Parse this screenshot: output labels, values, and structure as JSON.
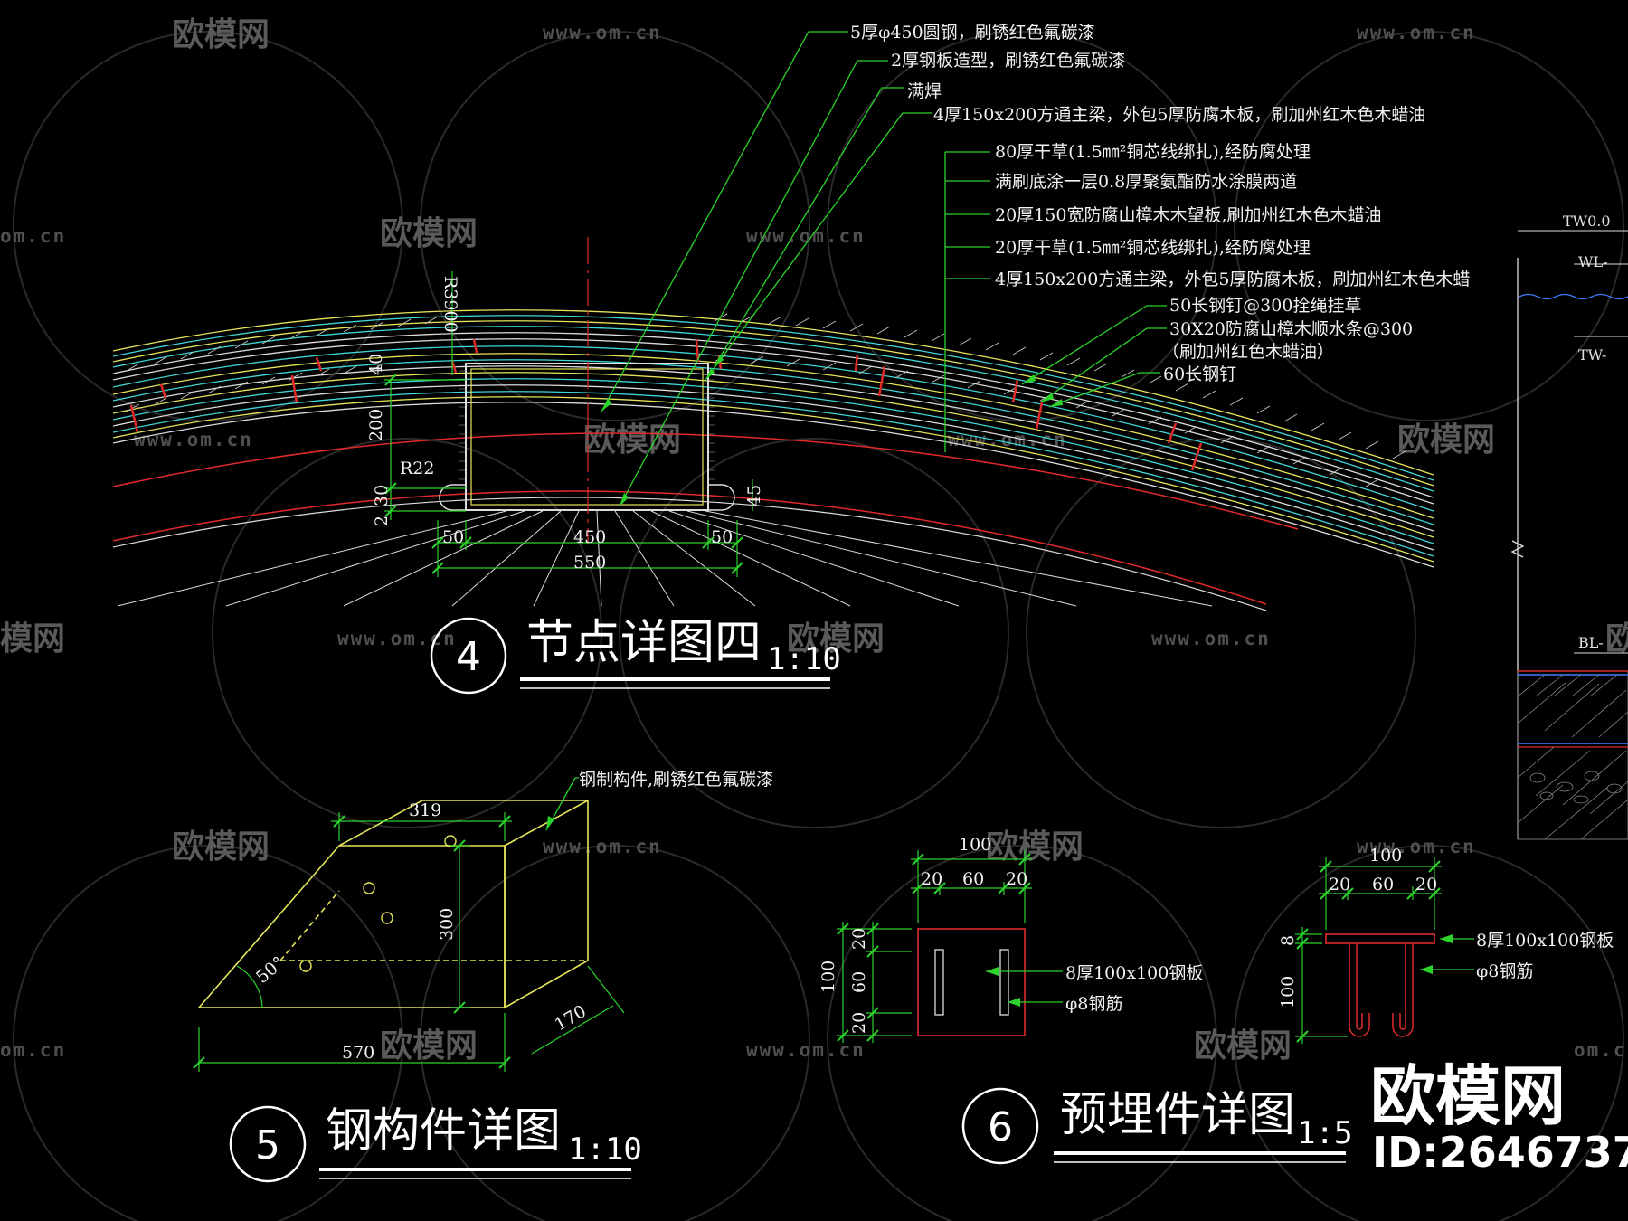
{
  "watermark": {
    "text": "欧模网",
    "url": "www.om.cn",
    "url_partial": "om.cn",
    "partial_text": "模网"
  },
  "brand": {
    "name": "欧模网",
    "id": "ID:2646737"
  },
  "detail4": {
    "number": "4",
    "title": "节点详图四",
    "scale": "1:10",
    "callouts_top": [
      "5厚φ450圆钢，刷锈红色氟碳漆",
      "2厚钢板造型，刷锈红色氟碳漆",
      "满焊",
      "4厚150x200方通主梁，外包5厚防腐木板，刷加州红木色木蜡油"
    ],
    "layers": [
      "80厚干草(1.5㎜²铜芯线绑扎),经防腐处理",
      "满刷底涂一层0.8厚聚氨酯防水涂膜两道",
      "20厚150宽防腐山樟木木望板,刷加州红木色木蜡油",
      "20厚干草(1.5㎜²铜芯线绑扎),经防腐处理",
      "4厚150x200方通主梁，外包5厚防腐木板，刷加州红木色木蜡"
    ],
    "callouts_right": [
      "50长钢钉@300拴绳挂草",
      "30X20防腐山樟木顺水条@300",
      "（刷加州红色木蜡油）",
      "60长钢钉"
    ],
    "dims": {
      "radius": "R3900",
      "d40": "40",
      "d200": "200",
      "r22": "R22",
      "d30": "30",
      "d2": "2",
      "d45": "45",
      "w50a": "50",
      "w450": "450",
      "w50b": "50",
      "w550": "550"
    }
  },
  "detail5": {
    "number": "5",
    "title": "钢构件详图",
    "scale": "1:10",
    "note": "钢制构件,刷锈红色氟碳漆",
    "dims": {
      "top": "319",
      "height": "300",
      "angle": "50°",
      "bottom": "570",
      "depth": "170"
    }
  },
  "detail6": {
    "number": "6",
    "title": "预埋件详图",
    "scale": "1:5",
    "plan": {
      "w_total": "100",
      "w_a": "20",
      "w_b": "60",
      "w_c": "20",
      "h_total": "100",
      "h_a": "20",
      "h_b": "60",
      "h_c": "20",
      "plate": "8厚100x100钢板",
      "bar": "φ8钢筋"
    },
    "section": {
      "w_total": "100",
      "w_a": "20",
      "w_b": "60",
      "w_c": "20",
      "t": "8",
      "h": "100",
      "plate": "8厚100x100钢板",
      "bar": "φ8钢筋"
    }
  },
  "side_section": {
    "labels": [
      "TW0.0",
      "WL-",
      "TW-",
      "BL-"
    ]
  },
  "colors": {
    "background": "#000000",
    "green": "#2bd32b",
    "yellow": "#e6e65a",
    "red": "#e02a2a",
    "cyan": "#3fd6d6",
    "white": "#f2f2f2"
  }
}
